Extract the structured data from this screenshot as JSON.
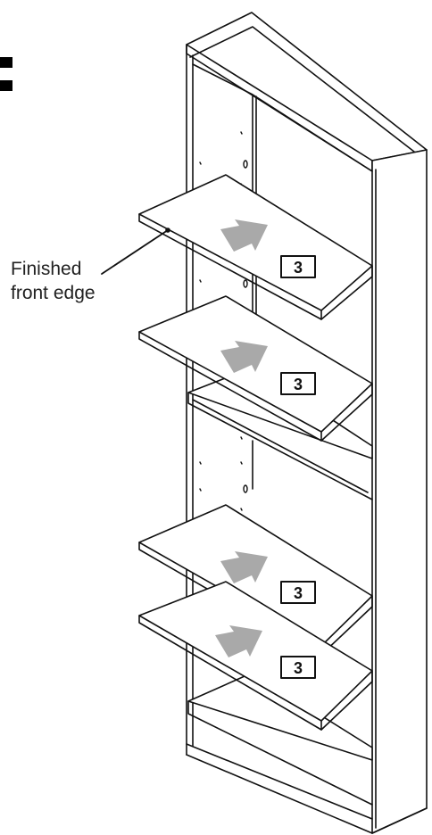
{
  "callout": {
    "line1": "Finished",
    "line2": "front edge"
  },
  "shelf_badges": [
    "3",
    "3",
    "3",
    "3"
  ],
  "colors": {
    "line": "#111111",
    "arrow": "#a9a9a9",
    "badge_border": "#111111"
  }
}
